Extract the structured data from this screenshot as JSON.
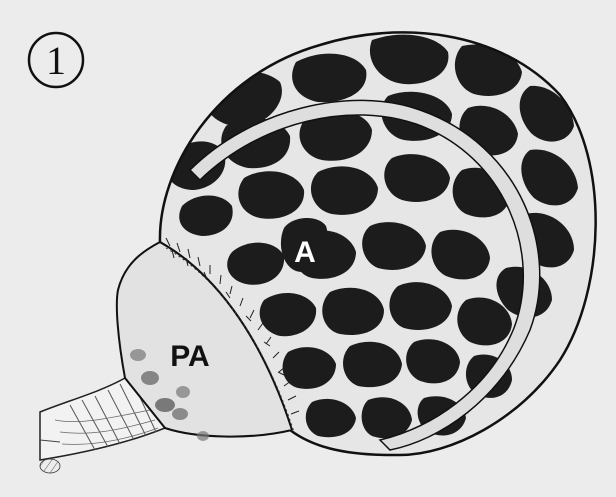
{
  "figure": {
    "number": "1",
    "labels": {
      "a": "A",
      "pa": "PA"
    }
  },
  "colors": {
    "background": "#ececec",
    "cytoplasm": "#e6e6e6",
    "granule": "#1c1c1c",
    "outline": "#111111",
    "pale_zone": "#e0e0e0"
  }
}
